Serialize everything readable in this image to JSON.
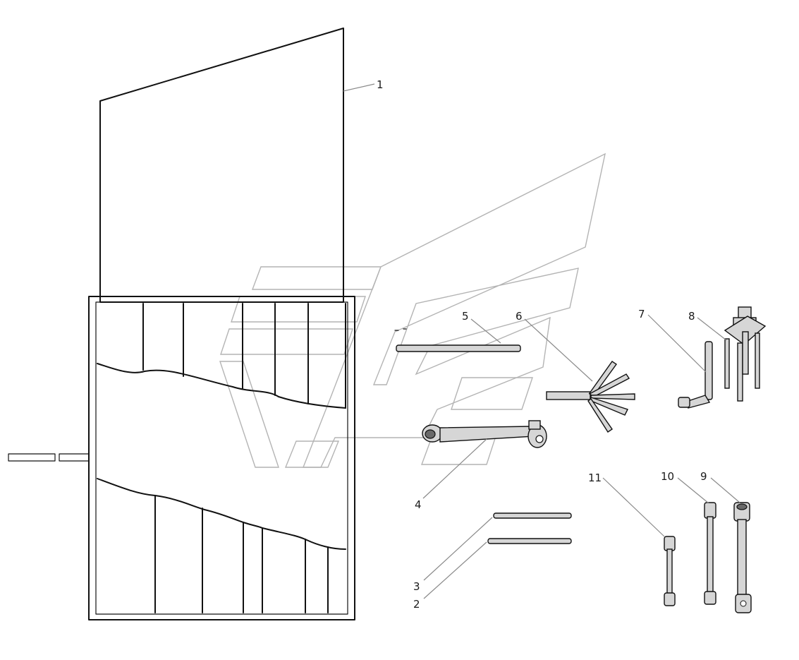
{
  "diagram": {
    "callouts": [
      {
        "number": "1",
        "part": "case-lid"
      },
      {
        "number": "2",
        "part": "rod-2"
      },
      {
        "number": "3",
        "part": "rod-3"
      },
      {
        "number": "4",
        "part": "wrench-handle"
      },
      {
        "number": "5",
        "part": "long-rod"
      },
      {
        "number": "6",
        "part": "feeler-gauge-set"
      },
      {
        "number": "7",
        "part": "l-hex-key"
      },
      {
        "number": "8",
        "part": "three-leg-puller"
      },
      {
        "number": "9",
        "part": "socket-wrench-large"
      },
      {
        "number": "10",
        "part": "socket-wrench-medium"
      },
      {
        "number": "11",
        "part": "socket-wrench-small"
      }
    ],
    "colors": {
      "ink": "#111111",
      "leader": "#8a8a8a",
      "watermark": "#b4b4b4",
      "background": "#ffffff"
    }
  }
}
